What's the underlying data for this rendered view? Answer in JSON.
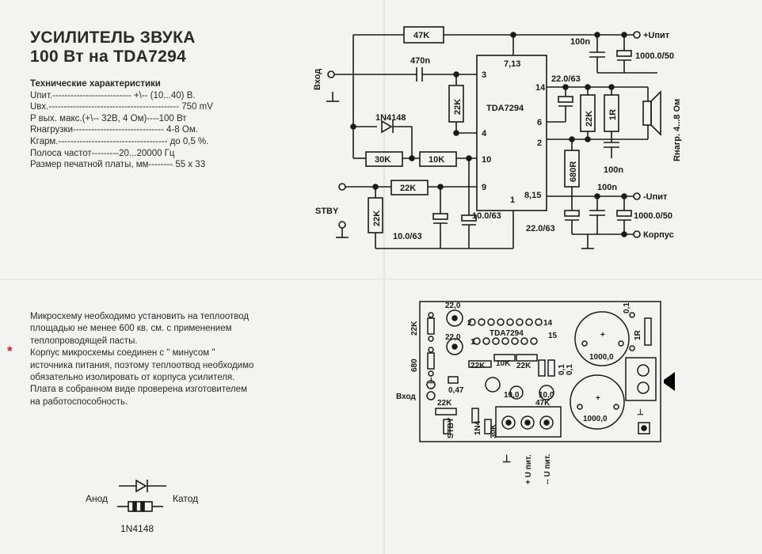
{
  "title": {
    "line1": "УСИЛИТЕЛЬ ЗВУКА",
    "line2": "100 Вт на TDA7294"
  },
  "specs": {
    "header": "Технические характеристики",
    "rows": [
      "Uпит.-------------------------- +\\-- (10...40) В.",
      "Uвх.------------------------------------------- 750 mV",
      "P вых. макс.(+\\-- 32В, 4 Ом)----100 Вт",
      "Rнагрузки------------------------------ 4-8  Ом.",
      "Kгарм.------------------------------------ до 0,5 %.",
      "Полоса частот---------20...20000 Гц",
      "Размер печатной платы, мм-------- 55 x 33"
    ]
  },
  "notes": {
    "lines": [
      "Микросхему необходимо установить на теплоотвод",
      "площадью не менее 600 кв. см. с применением",
      "теплопроводящей пасты.",
      "Корпус микросхемы соединен с \" минусом \"",
      "источника питания, поэтому теплоотвод необходимо",
      "обязательно изолировать от корпуса усилителя.",
      "Плата в собранном виде проверена изготовителем",
      "на работоспособность."
    ],
    "marker": "*"
  },
  "schematic": {
    "labels": {
      "r47k": "47K",
      "c470n": "470n",
      "c100n_top": "100n",
      "vplus": "+Uпит",
      "c1000_top": "1000.0/50",
      "input": "Вход",
      "pins_713": "7,13",
      "pin3": "3",
      "pin14": "14",
      "c22_63_top": "22.0/63",
      "r22k_v1": "22K",
      "ic": "TDA7294",
      "r22k_v2": "22K",
      "r1r": "1R",
      "load": "Rнагр. 4...8 Ом",
      "diode": "1N4148",
      "pin6": "6",
      "pin4": "4",
      "pin2": "2",
      "c100n_mid": "100n",
      "r30k": "30K",
      "r10k": "10K",
      "pin10": "10",
      "r680": "680R",
      "r22k_h": "22K",
      "pin9": "9",
      "stby": "STBY",
      "pin1": "1",
      "pins_815": "8,15",
      "c100n_low": "100n",
      "vminus": "-Uпит",
      "r22k_v3": "22K",
      "c10_63_a": "10.0/63",
      "c10_63_b": "10.0/63",
      "c22_63_low": "22.0/63",
      "c1000_low": "1000.0/50",
      "ground": "Корпус"
    }
  },
  "pcb": {
    "labels": {
      "r22k": "22K",
      "c22a": "22,0",
      "pin2": "2",
      "pin14": "14",
      "r01a": "0,1",
      "ic": "TDA7294",
      "c22b": "22,0",
      "pin1": "1",
      "pin15": "15",
      "r1r": "1R",
      "c1000a": "1000,0",
      "plus_a": "+",
      "r680": "680",
      "r22k_b": "22K",
      "r10k": "10K",
      "r22k_c": "22K",
      "r01b": "0,1",
      "r01c": "0,1",
      "gnd_sym": "⊥",
      "c047": "0,47",
      "input": "Вход",
      "c10a": "10,0",
      "c10b": "10,0",
      "r47k": "47K",
      "r22k_d": "22K",
      "stby": "STBY",
      "d1n": "1N4",
      "r30k": "30K",
      "c1000b": "1000,0",
      "plus_b": "+",
      "gnd_sym_b": "⊥",
      "out_gnd": "⊥",
      "out_plus": "+ U пит.",
      "out_minus": "-- U пит."
    }
  },
  "legend": {
    "anode": "Анод",
    "cathode": "Катод",
    "part": "1N4148"
  }
}
